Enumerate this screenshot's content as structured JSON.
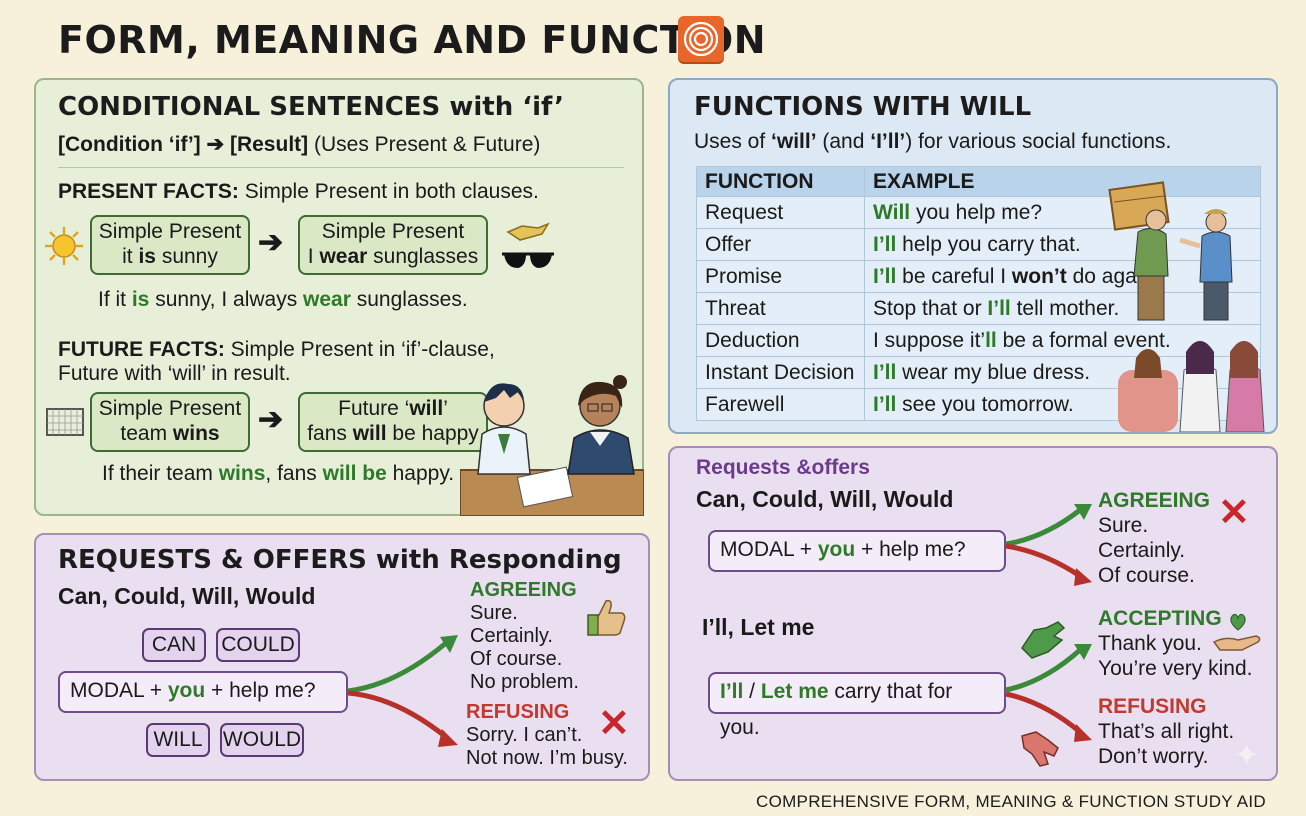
{
  "title": "FORM, MEANING AND FUNCTION",
  "conditional": {
    "heading": "CONDITIONAL SENTENCES with ‘if’",
    "formula_a": "[Condition ‘if’]",
    "formula_arrow": "➔",
    "formula_b": "[Result]",
    "formula_c": " (Uses Present & Future)",
    "present_label": "PRESENT FACTS:",
    "present_desc": " Simple Present in both clauses.",
    "box1_l1": "Simple Present",
    "box1_l2a": "it ",
    "box1_l2b": "is",
    "box1_l2c": " sunny",
    "box2_l1": "Simple Present",
    "box2_l2a": "I ",
    "box2_l2b": "wear",
    "box2_l2c": " sunglasses",
    "ex1_a": "If it ",
    "ex1_b": "is",
    "ex1_c": " sunny, I always ",
    "ex1_d": "wear",
    "ex1_e": " sunglasses.",
    "future_label": "FUTURE FACTS:",
    "future_desc1": " Simple Present in ‘if’-clause,",
    "future_desc2": "Future with ‘will’ in result.",
    "box3_l1": "Simple Present",
    "box3_l2a": "team ",
    "box3_l2b": "wins",
    "box4_l1a": "Future ‘",
    "box4_l1b": "will",
    "box4_l1c": "’",
    "box4_l2a": "fans ",
    "box4_l2b": "will",
    "box4_l2c": " be happy",
    "ex2_a": "If their team ",
    "ex2_b": "wins",
    "ex2_c": ", fans ",
    "ex2_d": "will be",
    "ex2_e": " happy."
  },
  "will": {
    "heading": "FUNCTIONS WITH WILL",
    "sub_a": "Uses of ",
    "sub_b": "‘will’",
    "sub_c": " (and ",
    "sub_d": "‘I’ll’",
    "sub_e": ") for various social functions.",
    "col1": "FUNCTION",
    "col2": "EXAMPLE",
    "rows": [
      {
        "fn": "Request",
        "a": "Will",
        "b": " you help me?",
        "c": "",
        "d": ""
      },
      {
        "fn": "Offer",
        "a": "I’ll",
        "b": " help you carry that.",
        "c": "",
        "d": ""
      },
      {
        "fn": "Promise",
        "a": "I’ll",
        "b": " be careful I ",
        "c": "won’t",
        "d": " do again."
      },
      {
        "fn": "Threat",
        "a": "",
        "b": "Stop that or ",
        "c": "I’ll",
        "d": " tell mother."
      },
      {
        "fn": "Deduction",
        "a": "",
        "b": "I suppose it’",
        "c": "ll",
        "d": " be a formal event."
      },
      {
        "fn": "Instant Decision",
        "a": "I’ll",
        "b": " wear my blue dress.",
        "c": "",
        "d": ""
      },
      {
        "fn": "Farewell",
        "a": "I’ll",
        "b": " see you tomorrow.",
        "c": "",
        "d": ""
      }
    ]
  },
  "requests": {
    "heading": "REQUESTS & OFFERS with Responding",
    "modals": "Can, Could, Will, Would",
    "can": "CAN",
    "could": "COULD",
    "will": "WILL",
    "would": "WOULD",
    "modal_a": "MODAL  +  ",
    "modal_b": "you",
    "modal_c": "  +  help me?",
    "agree_label": "AGREEING",
    "agree_1": "Sure.",
    "agree_2": "Certainly.",
    "agree_3": "Of course.",
    "agree_4": "No problem.",
    "refuse_label": "REFUSING",
    "refuse_1": "Sorry. I can’t.",
    "refuse_2": "Not now. I’m busy."
  },
  "offers": {
    "tag": "Requests &offers",
    "modals": "Can, Could, Will, Would",
    "modal_a": "MODAL  +  ",
    "modal_b": "you",
    "modal_c": "  +  help me?",
    "agree_label": "AGREEING",
    "agree_1": "Sure.",
    "agree_2": "Certainly.",
    "agree_3": "Of course.",
    "ill_label": "I’ll, Let me",
    "ill_a": "I’ll",
    "ill_b": " / ",
    "ill_c": "Let me",
    "ill_d": " carry that for you.",
    "accept_label": "ACCEPTING",
    "accept_1": "Thank you.",
    "accept_2": "You’re very kind.",
    "refuse_label": "REFUSING",
    "refuse_1": "That’s all right.",
    "refuse_2": "Don’t worry."
  },
  "footer": "COMPREHENSIVE FORM, MEANING & FUNCTION STUDY AID",
  "colors": {
    "green": "#2f7a2a",
    "red": "#c23a2f",
    "purple": "#6a3b8a",
    "logo": "#e8662a"
  },
  "icons": [
    "sun-icon",
    "sunglasses-icon",
    "goal-icon",
    "thumbs-up-icon",
    "cross-icon",
    "handshake-icon",
    "heart-hand-icon"
  ]
}
